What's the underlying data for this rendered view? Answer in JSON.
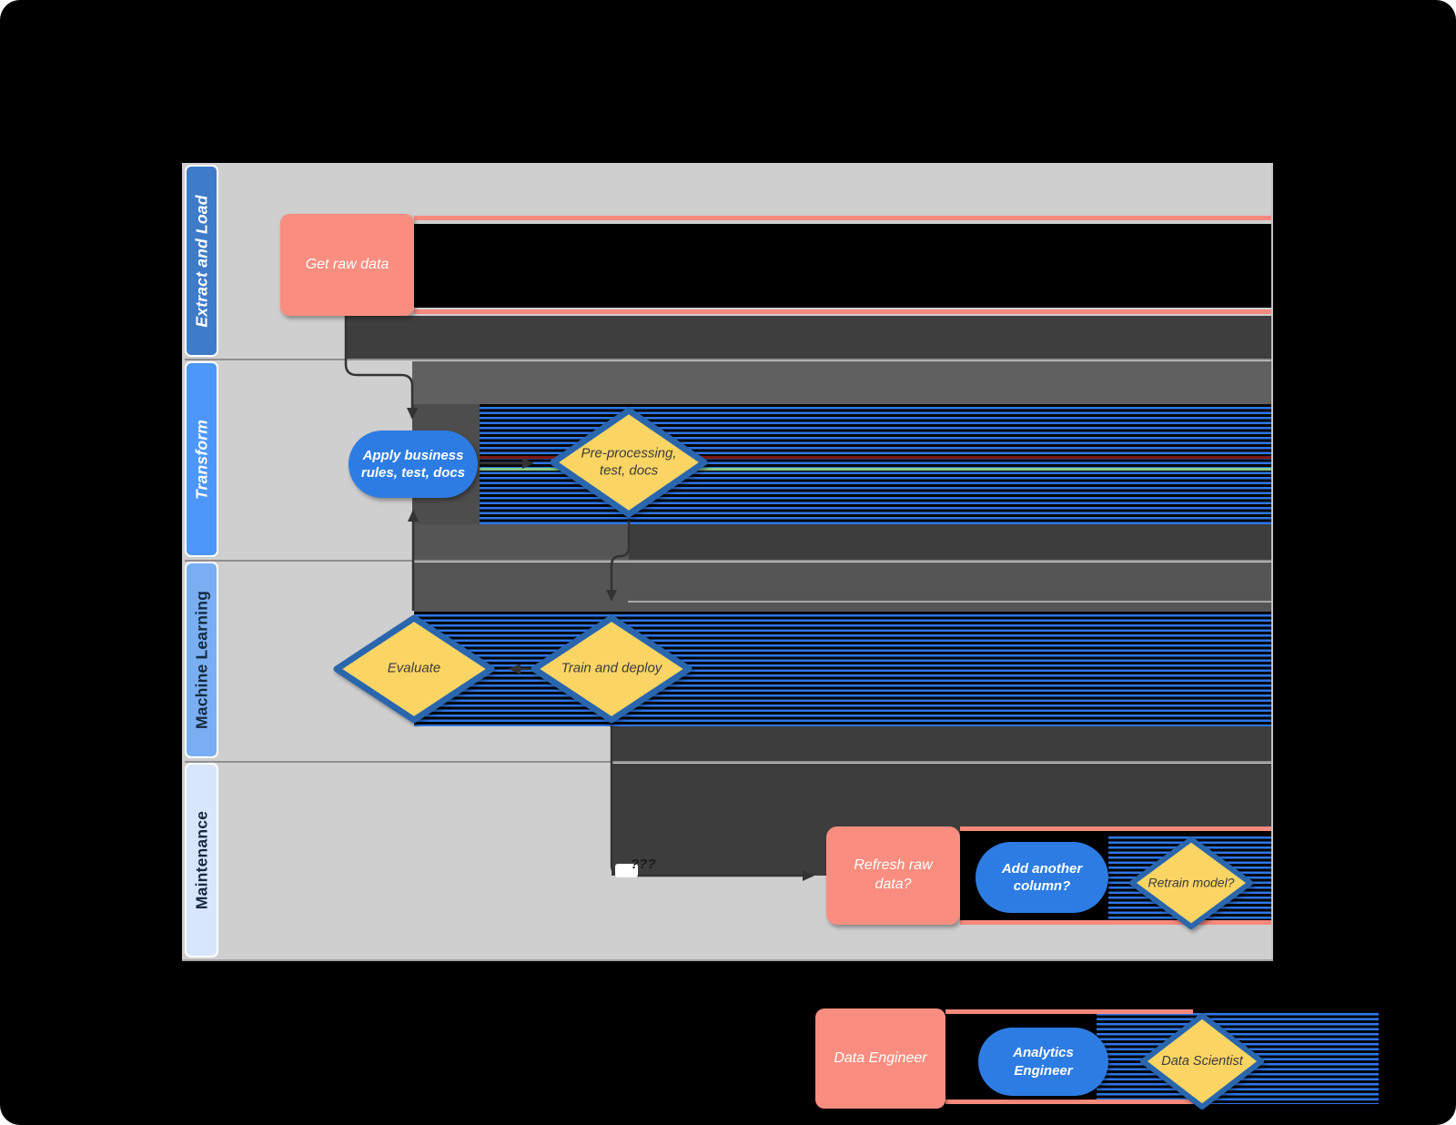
{
  "diagram": {
    "lanes": [
      {
        "label": "Extract and Load"
      },
      {
        "label": "Transform"
      },
      {
        "label": "Machine Learning"
      },
      {
        "label": "Maintenance"
      }
    ],
    "nodes": {
      "get_raw_data": "Get raw data",
      "apply_business_rules": "Apply business rules, test, docs",
      "preprocessing": "Pre-processing, test, docs",
      "evaluate": "Evaluate",
      "train_and_deploy": "Train and deploy",
      "refresh_raw_data": "Refresh raw data?",
      "add_another_column": "Add another column?",
      "retrain_model": "Retrain model?"
    },
    "connector_label": "???",
    "legend": {
      "data_engineer": "Data Engineer",
      "analytics_engineer": "Analytics Engineer",
      "data_scientist": "Data Scientist"
    },
    "colors": {
      "task_pink": "#f98e80",
      "process_blue": "#2d7ce3",
      "decision_yellow": "#fad564",
      "decision_border": "#2a66ad",
      "lane1_header": "#3e7bc9",
      "lane2_header": "#4c97f7",
      "lane3_header": "#79aff2",
      "lane4_header": "#d7e6fb",
      "canvas_gray": "#cfcfcf",
      "stripe_blue": "#2d76e8"
    }
  }
}
